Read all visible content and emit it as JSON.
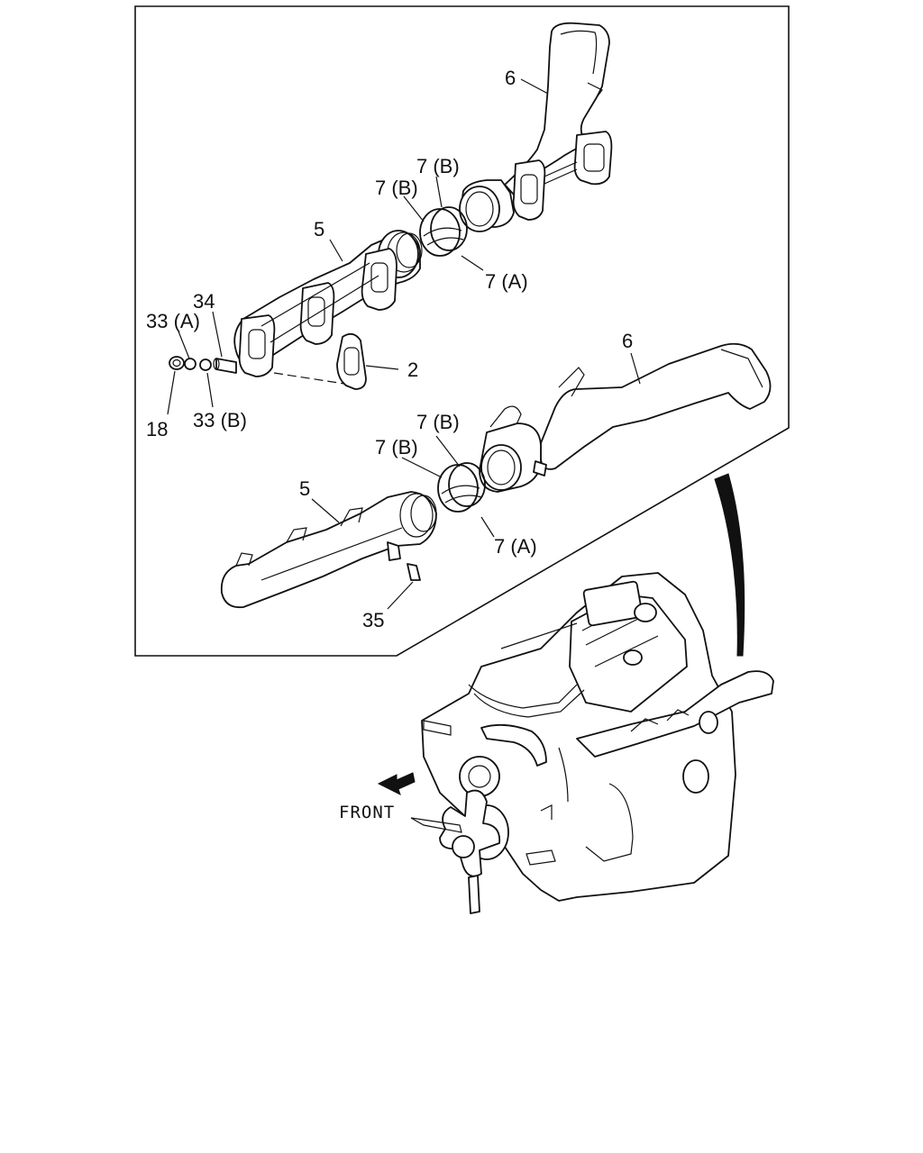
{
  "labels": {
    "part_6_upper": "6",
    "part_7b_upper_a": "7 (B)",
    "part_7b_upper_b": "7 (B)",
    "part_5_upper": "5",
    "part_7a_upper": "7 (A)",
    "part_34": "34",
    "part_33a": "33 (A)",
    "part_2": "2",
    "part_18": "18",
    "part_33b": "33 (B)",
    "part_6_lower": "6",
    "part_7b_lower_a": "7 (B)",
    "part_7b_lower_b": "7 (B)",
    "part_5_lower": "5",
    "part_7a_lower": "7 (A)",
    "part_35": "35",
    "front": "FRONT"
  }
}
